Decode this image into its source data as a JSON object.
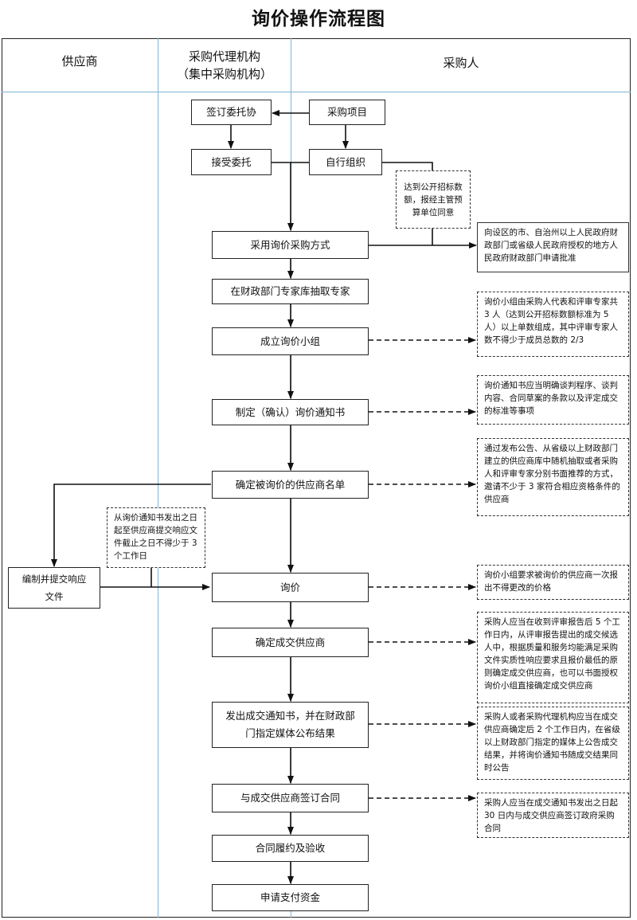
{
  "title": "询价操作流程图",
  "lanes": {
    "supplier": "供应商",
    "agency_line1": "采购代理机构",
    "agency_line2": "（集中采购机构）",
    "purchaser": "采购人"
  },
  "boxes": {
    "sign_entrust": "签订委托协",
    "procurement_project": "采购项目",
    "accept_entrust": "接受委托",
    "self_organize": "自行组织",
    "adopt_inquiry": "采用询价采购方式",
    "draw_experts": "在财政部门专家库抽取专家",
    "form_group": "成立询价小组",
    "make_notice": "制定（确认）询价通知书",
    "determine_suppliers": "确定被询价的供应商名单",
    "compile_response": "编制并提交响应文件",
    "inquiry": "询价",
    "determine_winner": "确定成交供应商",
    "publish_result": "发出成交通知书，并在财政部门指定媒体公布结果",
    "sign_contract": "与成交供应商签订合同",
    "contract_acceptance": "合同履约及验收",
    "apply_payment": "申请支付资金"
  },
  "notes": {
    "threshold_note": "达到公开招标数额，报经主管预算单位同意",
    "approval_note": "向设区的市、自治州以上人民政府财政部门或省级人民政府授权的地方人民政府财政部门申请批准",
    "group_note": "询价小组由采购人代表和评审专家共 3 人（达到公开招标数额标准为 5 人）以上单数组成，其中评审专家人数不得少于成员总数的 2/3",
    "notice_note": "询价通知书应当明确谈判程序、谈判内容、合同草案的条款以及评定成交的标准等事项",
    "supplier_note": "通过发布公告、从省级以上财政部门建立的供应商库中随机抽取或者采购人和评审专家分别书面推荐的方式，邀请不少于 3 家符合相应资格条件的供应商",
    "deadline_note": "从询价通知书发出之日起至供应商提交响应文件截止之日不得少于 3 个工作日",
    "price_note": "询价小组要求被询价的供应商一次报出不得更改的价格",
    "winner_note": "采购人应当在收到评审报告后 5 个工作日内，从评审报告提出的成交候选人中，根据质量和服务均能满足采购文件实质性响应要求且报价最低的原则确定成交供应商，也可以书面授权询价小组直接确定成交供应商",
    "publish_note": "采购人或者采购代理机构应当在成交供应商确定后 2 个工作日内，在省级以上财政部门指定的媒体上公告成交结果，并将询价通知书随成交结果同时公告",
    "contract_note": "采购人应当在成交通知书发出之日起 30 日内与成交供应商签订政府采购合同"
  }
}
